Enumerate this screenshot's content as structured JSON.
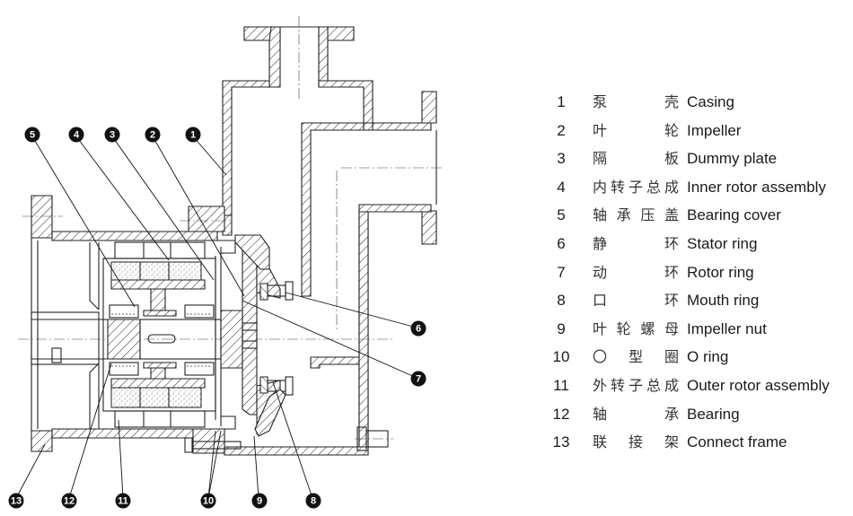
{
  "figure": {
    "title": "Magnetic drive self-priming pump cross-section",
    "callouts": [
      {
        "id": "1",
        "label": "1"
      },
      {
        "id": "2",
        "label": "2"
      },
      {
        "id": "3",
        "label": "3"
      },
      {
        "id": "4",
        "label": "4"
      },
      {
        "id": "5",
        "label": "5"
      },
      {
        "id": "6",
        "label": "6"
      },
      {
        "id": "7",
        "label": "7"
      },
      {
        "id": "8",
        "label": "8"
      },
      {
        "id": "9",
        "label": "9"
      },
      {
        "id": "10",
        "label": "10"
      },
      {
        "id": "11",
        "label": "11"
      },
      {
        "id": "12",
        "label": "12"
      },
      {
        "id": "13",
        "label": "13"
      }
    ]
  },
  "legend": {
    "items": [
      {
        "num": "1",
        "cn": [
          "泵",
          "壳"
        ],
        "en": "Casing"
      },
      {
        "num": "2",
        "cn": [
          "叶",
          "轮"
        ],
        "en": "Impeller"
      },
      {
        "num": "3",
        "cn": [
          "隔",
          "板"
        ],
        "en": "Dummy plate"
      },
      {
        "num": "4",
        "cn": [
          "内",
          "转",
          "子",
          "总",
          "成"
        ],
        "en": "Inner rotor assembly"
      },
      {
        "num": "5",
        "cn": [
          "轴",
          "承",
          "压",
          "盖"
        ],
        "en": "Bearing cover"
      },
      {
        "num": "6",
        "cn": [
          "静",
          "环"
        ],
        "en": "Stator ring"
      },
      {
        "num": "7",
        "cn": [
          "动",
          "环"
        ],
        "en": "Rotor ring"
      },
      {
        "num": "8",
        "cn": [
          "口",
          "环"
        ],
        "en": "Mouth ring"
      },
      {
        "num": "9",
        "cn": [
          "叶",
          "轮",
          "螺",
          "母"
        ],
        "en": "Impeller nut"
      },
      {
        "num": "10",
        "cn": [
          "〇",
          "型",
          "圈"
        ],
        "en": "O ring"
      },
      {
        "num": "11",
        "cn": [
          "外",
          "转",
          "子",
          "总",
          "成"
        ],
        "en": "Outer rotor assembly"
      },
      {
        "num": "12",
        "cn": [
          "轴",
          "承"
        ],
        "en": "Bearing"
      },
      {
        "num": "13",
        "cn": [
          "联",
          "接",
          "架"
        ],
        "en": "Connect frame"
      }
    ]
  }
}
